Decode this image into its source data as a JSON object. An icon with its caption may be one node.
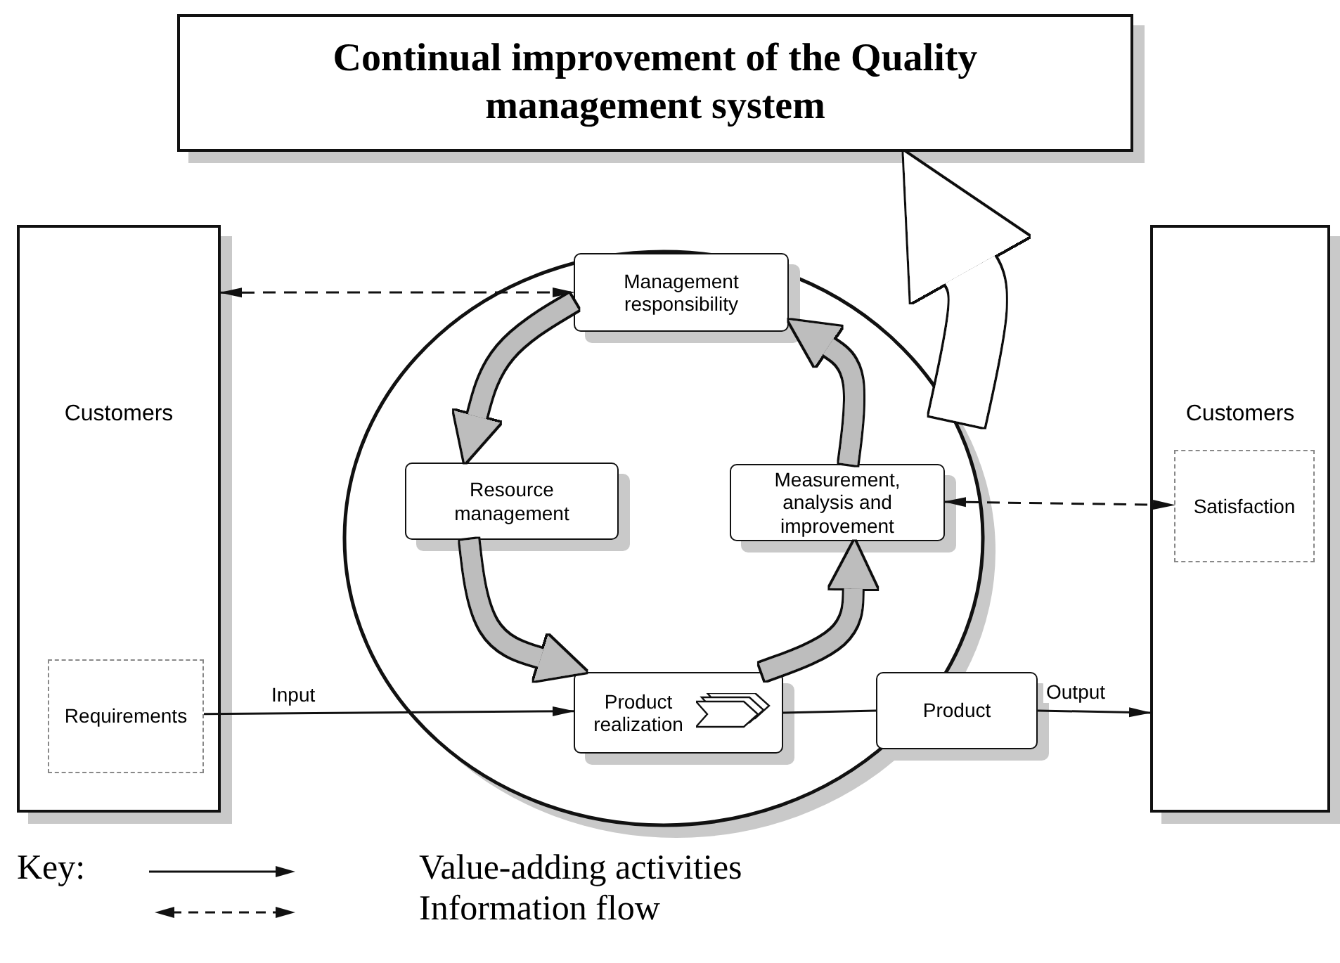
{
  "diagram": {
    "nodes": [
      {
        "text": [
          "Continual improvement of the Quality management system"
        ]
      },
      {
        "text": [
          "Customers"
        ]
      },
      {
        "text": [
          "Requirements"
        ],
        "in": 1
      },
      {
        "text": [],
        "shape": "circle"
      },
      {
        "text": [
          "Management responsibility"
        ],
        "in": 3
      },
      {
        "text": [
          "Resource management"
        ],
        "in": 3
      },
      {
        "text": [
          "Measurement, analysis and improvement"
        ],
        "in": 3
      },
      {
        "text": [
          "Product realization"
        ],
        "in": 3
      },
      {
        "text": [
          "Product"
        ]
      },
      {
        "text": [
          "Customers"
        ]
      },
      {
        "text": [
          "Satisfaction"
        ],
        "in": 9
      }
    ],
    "edges": [
      {
        "from": 1,
        "to": 4,
        "arrow": "both",
        "style": "dashed"
      },
      {
        "from": 6,
        "to": 10,
        "arrow": "both",
        "style": "dashed"
      },
      {
        "from": 2,
        "to": 7,
        "arrow": "to",
        "label": "Input"
      },
      {
        "from": 7,
        "to": 8,
        "arrow": "none"
      },
      {
        "from": 8,
        "to": 9,
        "arrow": "to",
        "label": "Output"
      },
      {
        "from": 4,
        "to": 5,
        "arrow": "to",
        "style": "thick",
        "color": "#bdbdbd"
      },
      {
        "from": 5,
        "to": 7,
        "arrow": "to",
        "style": "thick",
        "color": "#bdbdbd"
      },
      {
        "from": 7,
        "to": 6,
        "arrow": "to",
        "style": "thick",
        "color": "#bdbdbd"
      },
      {
        "from": 6,
        "to": 4,
        "arrow": "to",
        "style": "thick",
        "color": "#bdbdbd"
      },
      {
        "from": 3,
        "to": 0,
        "arrow": "to",
        "style": "thick",
        "color": "#ffffff"
      }
    ],
    "labels": [
      "Key:"
    ],
    "legend": [
      {
        "text": "Value-adding activities"
      },
      {
        "text": "Information flow"
      }
    ]
  }
}
